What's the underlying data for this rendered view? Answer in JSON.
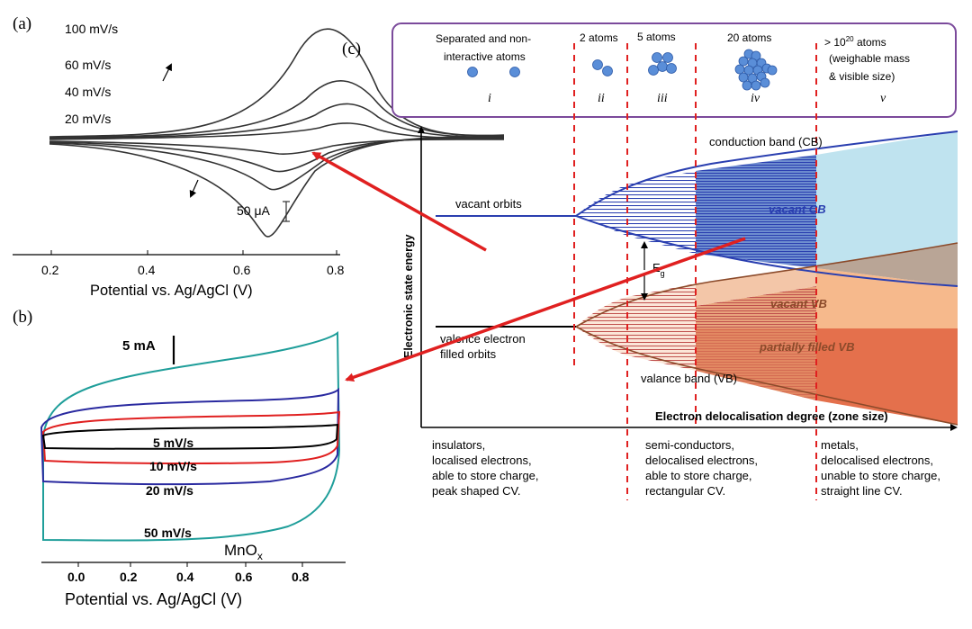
{
  "panel_labels": {
    "a": "(a)",
    "b": "(b)",
    "c": "(c)"
  },
  "panel_a": {
    "scan_rates": [
      "100 mV/s",
      "60 mV/s",
      "40 mV/s",
      "20 mV/s"
    ],
    "scale_bar": "50 μA",
    "x_ticks": [
      "0.2",
      "0.4",
      "0.6",
      "0.8"
    ],
    "xlabel": "Potential vs. Ag/AgCl (V)"
  },
  "panel_b": {
    "scale_bar": "5 mA",
    "scan_rates": [
      "5 mV/s",
      "10 mV/s",
      "20 mV/s",
      "50 mV/s"
    ],
    "material": "MnOx",
    "x_ticks": [
      "0.0",
      "0.2",
      "0.4",
      "0.6",
      "0.8"
    ],
    "xlabel": "Potential vs. Ag/AgCl (V)",
    "curve_colors": [
      "#000000",
      "#e02020",
      "#2a2aa0",
      "#1f9e9a"
    ]
  },
  "panel_c": {
    "zones": [
      {
        "title": "Separated and non-interactive atoms",
        "roman": "i"
      },
      {
        "title": "2 atoms",
        "roman": "ii"
      },
      {
        "title": "5 atoms",
        "roman": "iii"
      },
      {
        "title": "20 atoms",
        "roman": "iv"
      },
      {
        "title_prefix": "> 10",
        "title_sup": "20",
        "title_suffix": " atoms",
        "title_line2": "(weighable mass",
        "title_line3": "& visible size)",
        "roman": "v"
      }
    ],
    "zone1_title_line1": "Separated and non-",
    "zone1_title_line2": "interactive atoms",
    "ylabel": "Electronic state energy",
    "xlabel": "Electron delocalisation degree (zone size)",
    "labels": {
      "conduction_band": "conduction band (CB)",
      "vacant_orbits": "vacant orbits",
      "vacant_cb": "vacant CB",
      "eg": "E",
      "eg_sub": "g",
      "vacant_vb": "vacant VB",
      "partially_filled_vb": "partially filled VB",
      "valence_orbits_line1": "valence electron",
      "valence_orbits_line2": "filled orbits",
      "valance_band": "valance band (VB)"
    },
    "captions": [
      [
        "insulators,",
        "localised electrons,",
        "able to store charge,",
        "peak shaped CV."
      ],
      [
        "semi-conductors,",
        "delocalised electrons,",
        "able to store charge,",
        "rectangular CV."
      ],
      [
        "metals,",
        "delocalised electrons,",
        "unable to store charge,",
        "straight line CV."
      ]
    ],
    "colors": {
      "border": "#7b4a9b",
      "dashed": "#e02020",
      "cb_line": "#2a3fb0",
      "vb_line": "#8b4a2a",
      "atom": "#5a8ed8",
      "arrow": "#e02020"
    }
  }
}
